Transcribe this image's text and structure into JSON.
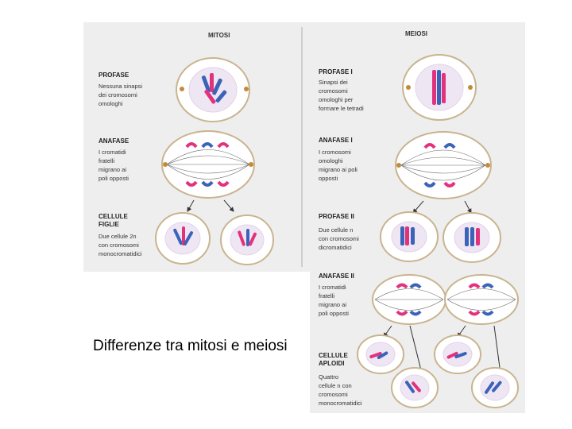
{
  "headers": {
    "mitosis": "MITOSI",
    "meiosis": "MEIOSI"
  },
  "mitosis": {
    "prophase": {
      "label": "PROFASE",
      "desc": [
        "Nessuna sinapsi",
        "dei cromosomi",
        "omologhi"
      ]
    },
    "anaphase": {
      "label": "ANAFASE",
      "desc": [
        "I cromatidi",
        "fratelli",
        "migrano ai",
        "poli opposti"
      ]
    },
    "daughter": {
      "label": [
        "CELLULE",
        "FIGLIE"
      ],
      "desc": [
        "Due cellule 2n",
        "con cromosomi",
        "monocromatidici"
      ]
    }
  },
  "meiosis": {
    "prophase1": {
      "label": "PROFASE I",
      "desc": [
        "Sinapsi dei",
        "cromosomi",
        "omologhi per",
        "formare le tetradi"
      ]
    },
    "anaphase1": {
      "label": "ANAFASE I",
      "desc": [
        "I cromosomi",
        "omologhi",
        "migrano ai poli",
        "opposti"
      ]
    },
    "prophase2": {
      "label": "PROFASE II",
      "desc": [
        "Due cellule n",
        "con cromosomi",
        "dicromatidici"
      ]
    },
    "anaphase2": {
      "label": "ANAFASE II",
      "desc": [
        "I cromatidi",
        "fratelli",
        "migrano ai",
        "poli opposti"
      ]
    },
    "haploid": {
      "label": [
        "CELLULE",
        "APLOIDI"
      ],
      "desc": [
        "Quattro",
        "cellule n con",
        "cromosomi",
        "monocromatidici"
      ]
    }
  },
  "caption": "Differenze tra mitosi e meiosi",
  "colors": {
    "chromosome_pink": "#e3327d",
    "chromosome_blue": "#3b63b8",
    "centriole": "#c48a3c",
    "panel": "#eeeeee"
  }
}
